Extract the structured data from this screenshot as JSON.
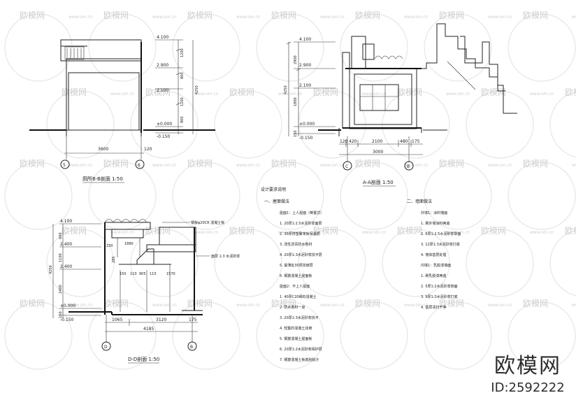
{
  "watermark": {
    "brand": "欧模网",
    "url": "www.om.cn"
  },
  "section_55": {
    "title": "厕所B-B剖面 1:50",
    "levels": [
      "4.100",
      "2.900",
      "2.100",
      "±0.000",
      "-0.150"
    ],
    "dims_vertical": [
      "1200",
      "800",
      "1200",
      "900",
      "4250"
    ],
    "dims_bottom": [
      "3600",
      "120"
    ],
    "axes": [
      "5",
      "6"
    ]
  },
  "section_aa": {
    "title": "A-A剖面 1:50",
    "levels": [
      "4.100",
      "2.900",
      "2.100",
      "±0.000",
      "-0.150"
    ],
    "dims_vertical": [
      "4250",
      "1800",
      "2900",
      "150"
    ],
    "dims_bottom_top": [
      "120",
      "420",
      "2100",
      "480",
      "175"
    ],
    "dims_bottom": [
      "3000"
    ],
    "axes": [
      "C",
      "B"
    ]
  },
  "section_dd": {
    "title": "D-D剖面 1:50",
    "levels": [
      "4.100",
      "2.400",
      "2.400",
      "±0.000",
      "-0.150"
    ],
    "dims_vertical": [
      "600",
      "1100",
      "4250",
      "2400",
      "150"
    ],
    "dims_inner": [
      "1880",
      "230",
      "285",
      "150",
      "110",
      "905",
      "110",
      "1570"
    ],
    "dims_bottom_top": [
      "1065",
      "3120",
      "175"
    ],
    "dims_bottom": [
      "4185"
    ],
    "notes": [
      "钢板φ20CR 混凝土板",
      "面层 1:3 水泥砂浆"
    ],
    "axes": [
      "D",
      "B"
    ]
  },
  "notes": {
    "heading": "设计要求说明",
    "left_title": "一、屋面做法",
    "left_items": [
      "屋面1：上人屋面（倒置式）",
      "1. 20厚1:2.5水泥砂浆面层",
      "2. 30厚挤塑聚苯板保温层",
      "3. 改性沥青防水卷材",
      "4. 20厚1:3水泥砂浆找平层",
      "5. 最薄处30厚找坡层",
      "6. 钢筋混凝土屋面板",
      "屋面2：不上人屋面",
      "1. 40厚C20细石混凝土",
      "2. 防水卷材一道",
      "3. 20厚1:3水泥砂浆找平",
      "4. 轻集料混凝土找坡",
      "5. 钢筋混凝土屋面板",
      "6. 20厚1:2水泥砂浆保护层",
      "7. 钢筋混凝土板底刮腻子"
    ],
    "right_title": "二、墙面做法",
    "right_items": [
      "外墙1：涂料墙面",
      "1. 刷外墙涂料两遍",
      "2. 6厚1:2.5水泥砂浆罩面",
      "3. 12厚1:3水泥砂浆打底",
      "4. 墙体基层处理",
      "内墙1：乳胶漆墙面",
      "1. 刷乳胶漆两遍",
      "2. 5厚1:2水泥砂浆抹面",
      "3. 9厚1:3水泥砂浆打底",
      "4. 基层清扫干净"
    ]
  },
  "brand_box": {
    "name": "欧模网",
    "id": "ID:2592222"
  }
}
